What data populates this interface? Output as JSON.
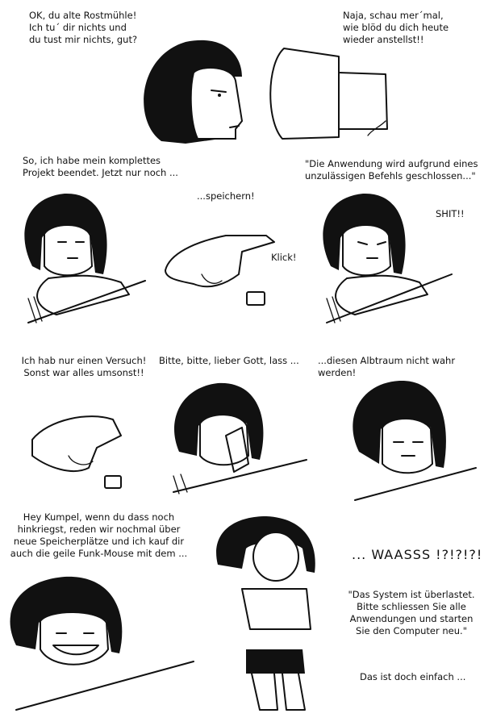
{
  "captions": {
    "panel1_left": "OK, du alte Rostmühle!\nIch tu´ dir nichts und\ndu tust mir nichts, gut?",
    "panel1_right": "Naja, schau mer´mal,\nwie blöd du dich heute\nwieder anstellst!!",
    "panel2": "So, ich habe mein komplettes\nProjekt beendet. Jetzt nur noch ...",
    "panel3": "...speichern!",
    "panel3_sfx": "Klick!",
    "panel4": "\"Die Anwendung wird aufgrund eines\nunzulässigen Befehls geschlossen...\"",
    "panel4_sfx": "SHIT!!",
    "panel5": "Ich hab nur einen Versuch!\nSonst war alles umsonst!!",
    "panel6": "Bitte, bitte, lieber Gott, lass ...",
    "panel7": "...diesen Albtraum nicht wahr werden!",
    "panel8": "Hey Kumpel, wenn du dass noch\nhinkriegst, reden wir nochmal über\nneue Speicherplätze und ich kauf dir\nauch die geile Funk-Mouse mit dem ...",
    "panel9_shout": "... WAASSS !?!?!?!",
    "panel9_msg": "\"Das System ist überlastet.\nBitte schliessen Sie alle\nAnwendungen und starten\nSie den Computer neu.\"",
    "panel9_end": "Das ist doch einfach ..."
  },
  "icons": {
    "key": "keyboard-key-icon"
  }
}
